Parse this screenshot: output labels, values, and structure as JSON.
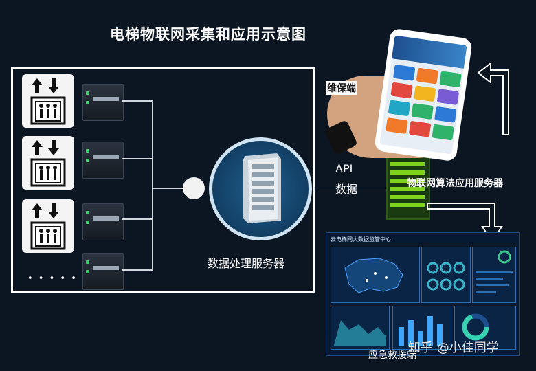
{
  "title": "电梯物联网采集和应用示意图",
  "labels": {
    "maintenance": "维保端",
    "api": "API",
    "data": "数据",
    "iot_server": "物联网算法应用服务器",
    "processing_server": "数据处理服务器",
    "emergency": "应急救援端",
    "dots": "• • • • • •",
    "watermark": "知乎 @小佳同学"
  },
  "dashboard": {
    "title": "云电梯网大数据监管中心"
  },
  "elevator_units": [
    {
      "icon": "elevator-icon"
    },
    {
      "icon": "elevator-icon"
    },
    {
      "icon": "elevator-icon"
    }
  ]
}
